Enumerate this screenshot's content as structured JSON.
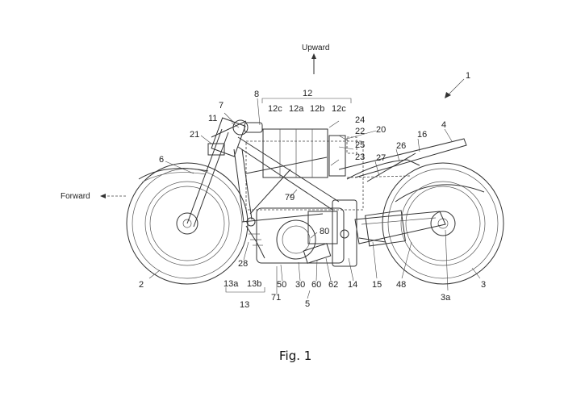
{
  "figure": {
    "caption": "Fig. 1"
  },
  "directions": {
    "upward": "Upward",
    "forward": "Forward"
  },
  "labels": [
    {
      "id": "l1",
      "text": "1"
    },
    {
      "id": "l2",
      "text": "2"
    },
    {
      "id": "l3",
      "text": "3"
    },
    {
      "id": "l3a",
      "text": "3a"
    },
    {
      "id": "l4",
      "text": "4"
    },
    {
      "id": "l5",
      "text": "5"
    },
    {
      "id": "l6",
      "text": "6"
    },
    {
      "id": "l7",
      "text": "7"
    },
    {
      "id": "l8",
      "text": "8"
    },
    {
      "id": "l11",
      "text": "11"
    },
    {
      "id": "l12",
      "text": "12"
    },
    {
      "id": "l12c_left",
      "text": "12c"
    },
    {
      "id": "l12a",
      "text": "12a"
    },
    {
      "id": "l12b",
      "text": "12b"
    },
    {
      "id": "l12c_right",
      "text": "12c"
    },
    {
      "id": "l13",
      "text": "13"
    },
    {
      "id": "l13a",
      "text": "13a"
    },
    {
      "id": "l13b",
      "text": "13b"
    },
    {
      "id": "l14",
      "text": "14"
    },
    {
      "id": "l15",
      "text": "15"
    },
    {
      "id": "l16",
      "text": "16"
    },
    {
      "id": "l20",
      "text": "20"
    },
    {
      "id": "l21",
      "text": "21"
    },
    {
      "id": "l22",
      "text": "22"
    },
    {
      "id": "l23",
      "text": "23"
    },
    {
      "id": "l24",
      "text": "24"
    },
    {
      "id": "l25",
      "text": "25"
    },
    {
      "id": "l26",
      "text": "26"
    },
    {
      "id": "l27",
      "text": "27"
    },
    {
      "id": "l28",
      "text": "28"
    },
    {
      "id": "l30",
      "text": "30"
    },
    {
      "id": "l48",
      "text": "48"
    },
    {
      "id": "l50",
      "text": "50"
    },
    {
      "id": "l60",
      "text": "60"
    },
    {
      "id": "l62",
      "text": "62"
    },
    {
      "id": "l71",
      "text": "71"
    },
    {
      "id": "l79",
      "text": "79"
    },
    {
      "id": "l80",
      "text": "80"
    }
  ]
}
